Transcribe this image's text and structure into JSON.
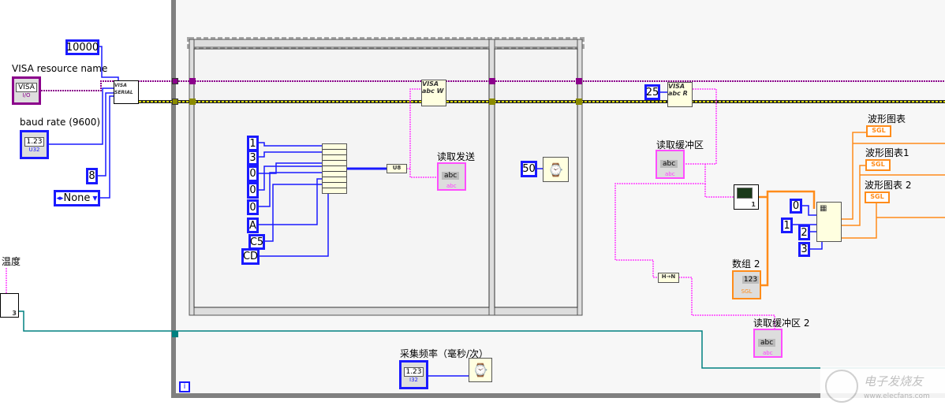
{
  "colors": {
    "visa_wire": "#8b008b",
    "error_wire": "#c8c800",
    "string_wire": "#ff40ff",
    "numeric_wire": "#1a1aff",
    "dbl_wire": "#ff8c1a",
    "bool_wire": "#008080",
    "loop_border": "#808080"
  },
  "left": {
    "timeout_const": "10000",
    "visa_label": "VISA resource name",
    "visa_ctl_text": "VISA",
    "visa_ctl_type": "I/O",
    "baud_label": "baud rate (9600)",
    "baud_ctl_text": "1.23",
    "baud_ctl_type": "U32",
    "data_bits_const": "8",
    "parity_enum": "None",
    "serial_node": "VISA SERIAL",
    "temp_label": "温度",
    "temp_node_num": "3"
  },
  "seq_frame1": {
    "array_consts": [
      "1",
      "3",
      "0",
      "0",
      "0",
      "A",
      "C5",
      "CD"
    ],
    "typecast": "U8",
    "visa_write": "VISA abc W",
    "send_label": "读取发送",
    "send_ind_text": "abc",
    "send_ind_type": "abc"
  },
  "seq_frame2": {
    "wait_const": "50",
    "wait_icon": "wait-ms-icon"
  },
  "right": {
    "read_count_const": "25",
    "visa_read": "VISA abc R",
    "buffer_label": "读取缓冲区",
    "buffer_ind_text": "abc",
    "buffer_ind_type": "abc",
    "waveform_node_num": "1",
    "array2_label": "数组 2",
    "array2_ctl_text": "123",
    "array2_ctl_type": "SGL",
    "index_consts": [
      "0",
      "1",
      "2",
      "3"
    ],
    "charts": [
      {
        "label": "波形图表",
        "type": "SGL"
      },
      {
        "label": "波形图表1",
        "type": "SGL"
      },
      {
        "label": "波形图表 2",
        "type": "SGL"
      }
    ],
    "str_to_num": "H→N",
    "buffer2_label": "读取缓冲区 2",
    "buffer2_ind_text": "abc",
    "buffer2_ind_type": "abc"
  },
  "bottom": {
    "rate_label": "采集频率（毫秒/次）",
    "rate_ctl_text": "1.23",
    "rate_ctl_type": "I32",
    "loop_iter": "i"
  },
  "watermark": {
    "brand": "电子发烧友",
    "url": "www.elecfans.com"
  }
}
